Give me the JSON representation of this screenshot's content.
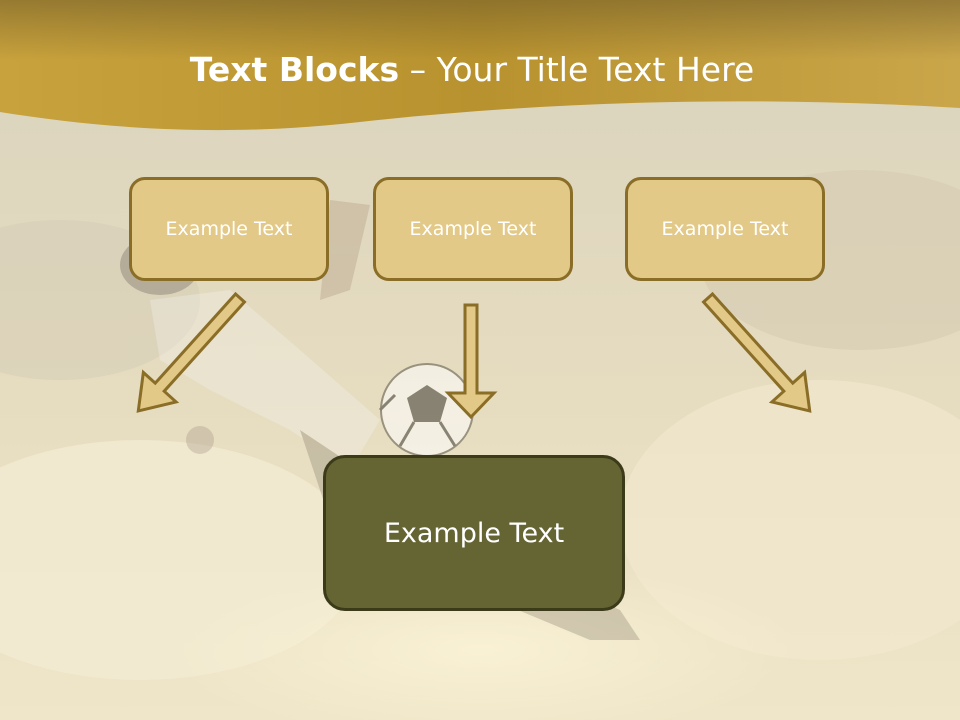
{
  "slide": {
    "title_strong": "Text Blocks",
    "title_rest": " – Your Title Text Here"
  },
  "boxes": [
    {
      "label": "Example Text"
    },
    {
      "label": "Example Text"
    },
    {
      "label": "Example Text"
    }
  ],
  "center_box": {
    "label": "Example Text"
  },
  "colors": {
    "header_band": "#b8922e",
    "box_fill": "#e3c987",
    "box_border": "#8a6d26",
    "center_fill": "#656433",
    "arrow_fill": "#e3c987"
  }
}
